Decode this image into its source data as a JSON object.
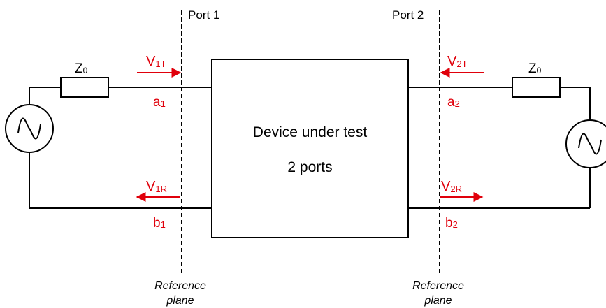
{
  "colors": {
    "line": "#000000",
    "accent": "#e0000b"
  },
  "ports": {
    "port1": "Port 1",
    "port2": "Port 2"
  },
  "impedance": {
    "main": "Z",
    "sub": "0"
  },
  "device": {
    "line1": "Device under test",
    "line2": "2 ports"
  },
  "waves": {
    "v1t": {
      "main": "V",
      "sub": "1T"
    },
    "v1r": {
      "main": "V",
      "sub": "1R"
    },
    "v2t": {
      "main": "V",
      "sub": "2T"
    },
    "v2r": {
      "main": "V",
      "sub": "2R"
    },
    "a1": {
      "main": "a",
      "sub": "1"
    },
    "b1": {
      "main": "b",
      "sub": "1"
    },
    "a2": {
      "main": "a",
      "sub": "2"
    },
    "b2": {
      "main": "b",
      "sub": "2"
    }
  },
  "reference_plane": {
    "line1": "Reference",
    "line2": "plane"
  },
  "icons": [
    "ac-source-icon",
    "resistor-icon",
    "arrow-right-icon",
    "arrow-left-icon"
  ]
}
